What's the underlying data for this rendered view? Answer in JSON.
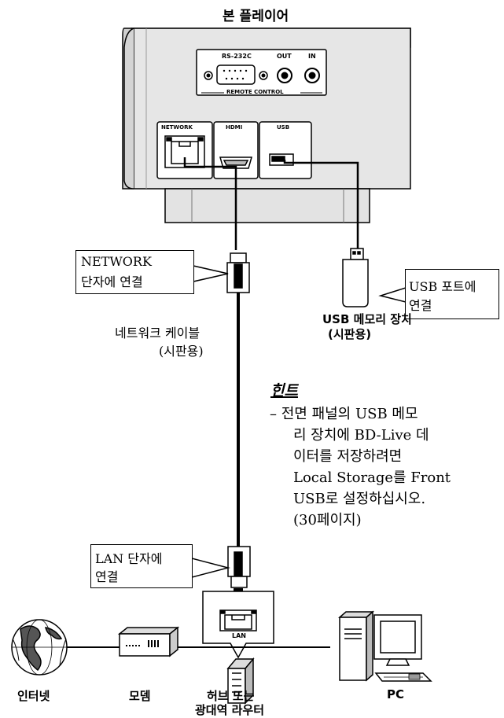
{
  "title": "본 플레이어",
  "player": {
    "rs232c": "RS-232C",
    "out": "OUT",
    "in": "IN",
    "remote_control": "REMOTE CONTROL",
    "network": "NETWORK",
    "hdmi": "HDMI",
    "usb": "USB"
  },
  "callouts": {
    "network_line1": "NETWORK",
    "network_line2": "단자에 연결",
    "usb_line1": "USB 포트에",
    "usb_line2": "연결",
    "lan_line1": "LAN 단자에",
    "lan_line2": "연결"
  },
  "labels": {
    "usb_device_line1": "USB 메모리 장치",
    "usb_device_line2": "(시판용)",
    "cable_line1": "네트워크 케이블",
    "cable_line2": "(시판용)",
    "lan_port": "LAN",
    "internet": "인터넷",
    "modem": "모뎀",
    "hub_line1": "허브 또는",
    "hub_line2": "광대역 라우터",
    "pc": "PC"
  },
  "hint": {
    "heading": "힌트",
    "lines": [
      "– 전면 패널의 USB 메모",
      "리 장치에 BD-Live 데",
      "이터를 저장하려면",
      "Local Storage를 Front",
      "USB로 설정하십시오.",
      "(30페이지)"
    ]
  }
}
